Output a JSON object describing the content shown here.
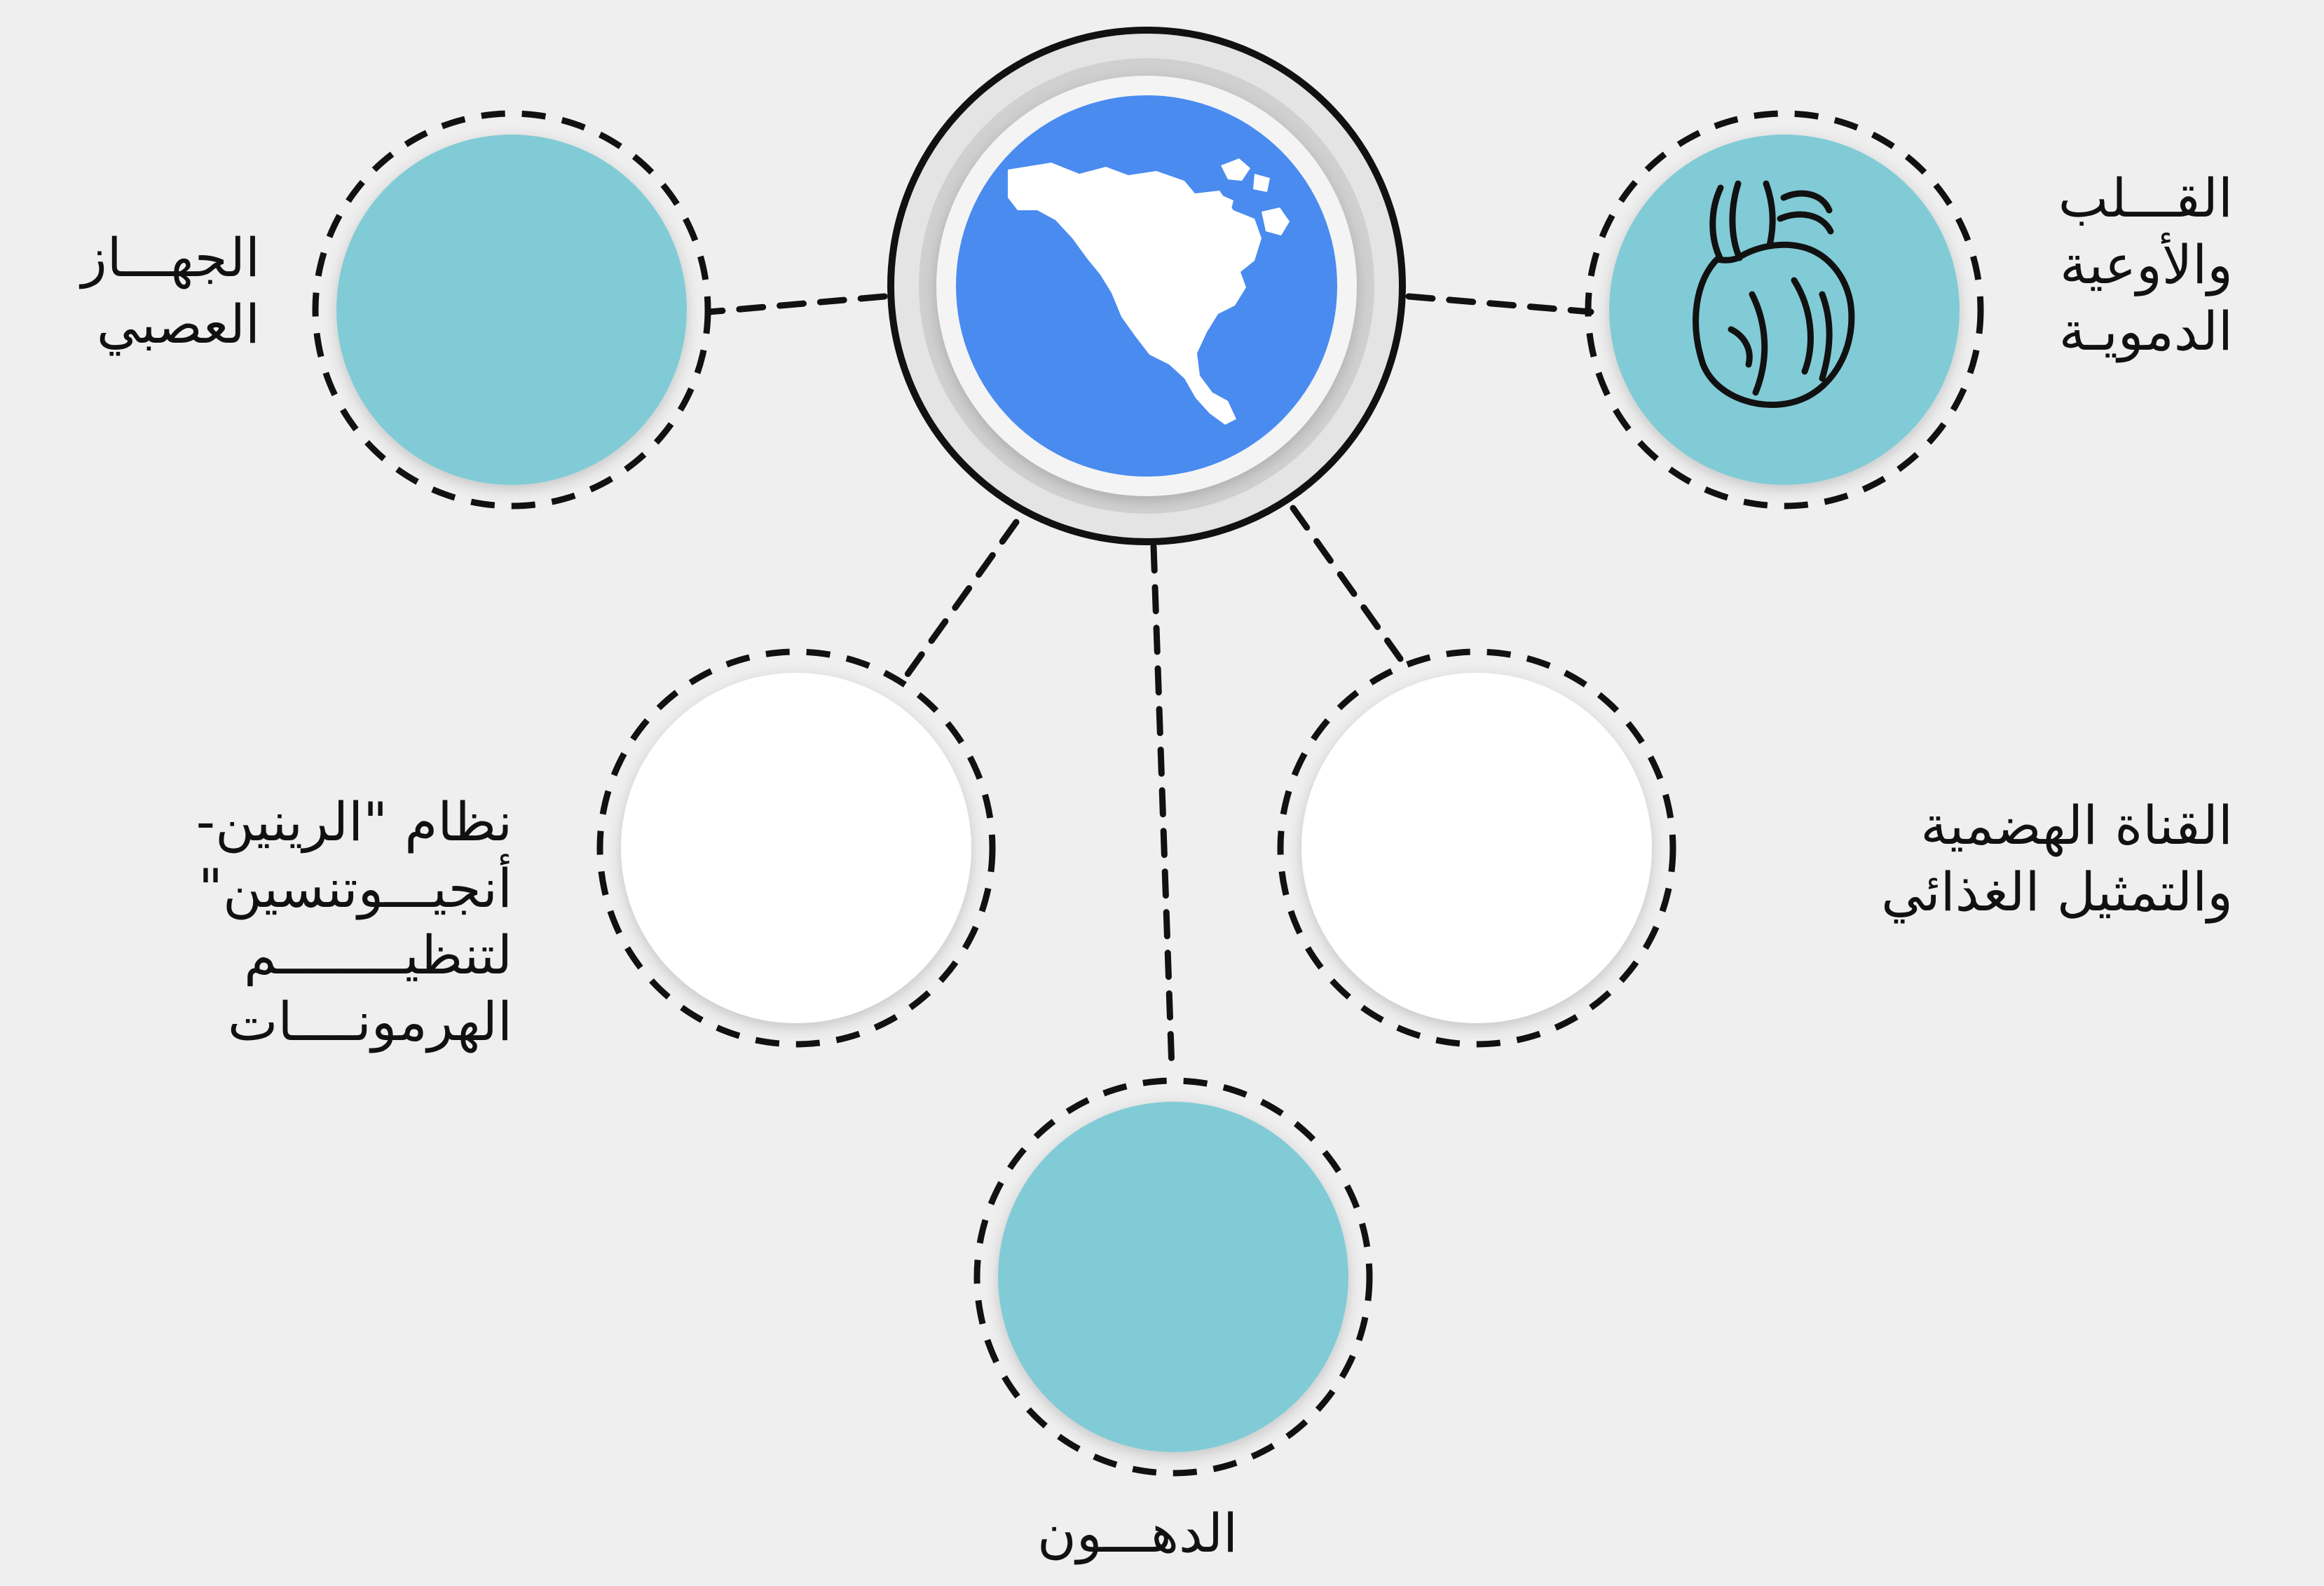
{
  "colors": {
    "background": "#efefef",
    "teal": "#81cbd6",
    "white_node": "#ffffff",
    "center_blue": "#4a8bf0",
    "outline": "#111111"
  },
  "center": {
    "icon": "north-america-map-icon"
  },
  "nodes": {
    "nervous": {
      "lines": [
        "الجهـــاز",
        "العصبي"
      ],
      "fill": "teal",
      "icon": ""
    },
    "heart": {
      "lines": [
        "القـــلب",
        "والأوعية",
        "الدمويـة"
      ],
      "fill": "teal",
      "icon": "heart-anatomy-icon"
    },
    "raas": {
      "lines": [
        "نظام \"الرينين-",
        "أنجيـــوتنسين\"",
        "لتنظيــــــــم",
        "الهرمونــــات"
      ],
      "fill": "white",
      "icon": ""
    },
    "digestive": {
      "lines": [
        "القناة الهضمية",
        "والتمثيل الغذائي"
      ],
      "fill": "white",
      "icon": ""
    },
    "lipids": {
      "lines": [
        "الدهـــون"
      ],
      "fill": "teal",
      "icon": ""
    }
  }
}
